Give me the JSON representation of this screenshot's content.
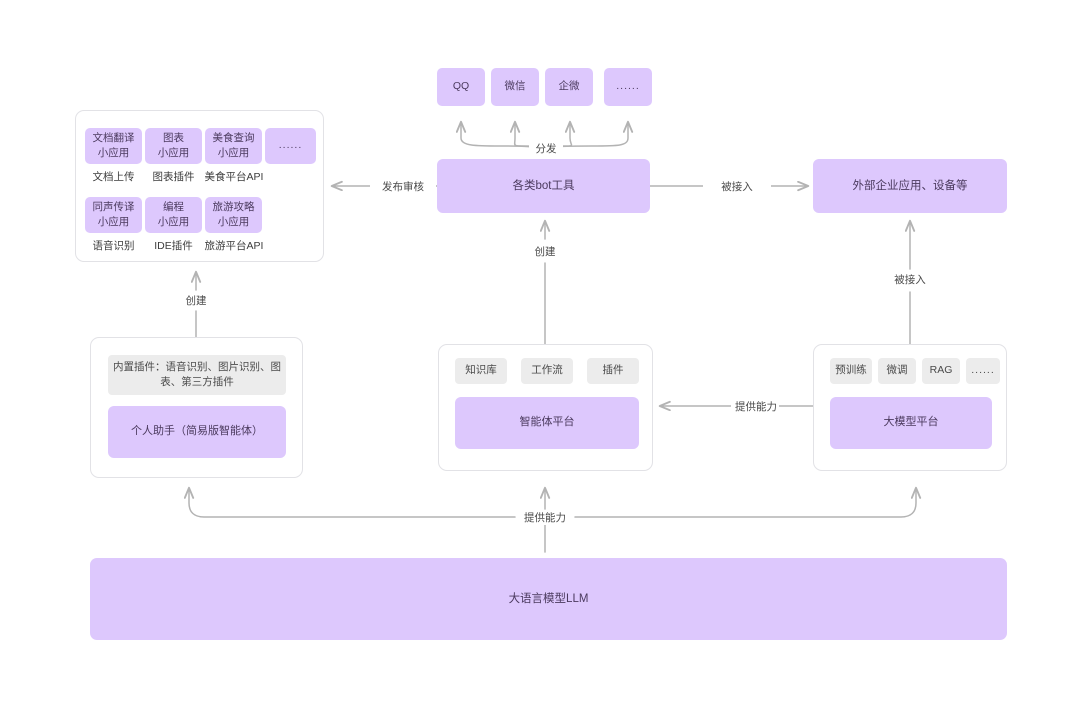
{
  "colors": {
    "node_fill": "#ddc8fd",
    "node_text": "#4b3a5e",
    "chip_fill": "#ececec",
    "chip_text": "#4a4a4a",
    "panel_border": "#e2e2e6",
    "edge": "#b3b3b3",
    "background": "#ffffff"
  },
  "channels": {
    "items": [
      {
        "label": "QQ"
      },
      {
        "label": "微信"
      },
      {
        "label": "企微"
      },
      {
        "label": "......"
      }
    ]
  },
  "bot": {
    "label": "各类bot工具"
  },
  "external": {
    "label": "外部企业应用、设备等"
  },
  "small_apps_panel": {
    "rows": [
      {
        "apps": [
          {
            "title": "文档翻译",
            "subtitle": "小应用",
            "caption": "文档上传"
          },
          {
            "title": "图表",
            "subtitle": "小应用",
            "caption": "图表插件"
          },
          {
            "title": "美食查询",
            "subtitle": "小应用",
            "caption": "美食平台API"
          },
          {
            "title": "......",
            "subtitle": "",
            "caption": ""
          }
        ]
      },
      {
        "apps": [
          {
            "title": "同声传译",
            "subtitle": "小应用",
            "caption": "语音识别"
          },
          {
            "title": "编程",
            "subtitle": "小应用",
            "caption": "IDE插件"
          },
          {
            "title": "旅游攻略",
            "subtitle": "小应用",
            "caption": "旅游平台API"
          }
        ]
      }
    ]
  },
  "assistant_panel": {
    "plugins_note": "内置插件：语音识别、图片识别、图表、第三方插件",
    "node_label": "个人助手（简易版智能体）"
  },
  "agent_panel": {
    "chips": [
      {
        "label": "知识库"
      },
      {
        "label": "工作流"
      },
      {
        "label": "插件"
      }
    ],
    "node_label": "智能体平台"
  },
  "model_panel": {
    "chips": [
      {
        "label": "预训练"
      },
      {
        "label": "微调"
      },
      {
        "label": "RAG"
      },
      {
        "label": "......"
      }
    ],
    "node_label": "大模型平台"
  },
  "llm": {
    "label": "大语言模型LLM"
  },
  "edge_labels": {
    "dispatch": "分发",
    "publish_review": "发布审核",
    "integrated_right": "被接入",
    "integrated_up": "被接入",
    "create_bot": "创建",
    "create_app": "创建",
    "provide_capability_mid": "提供能力",
    "provide_capability_bottom": "提供能力"
  }
}
